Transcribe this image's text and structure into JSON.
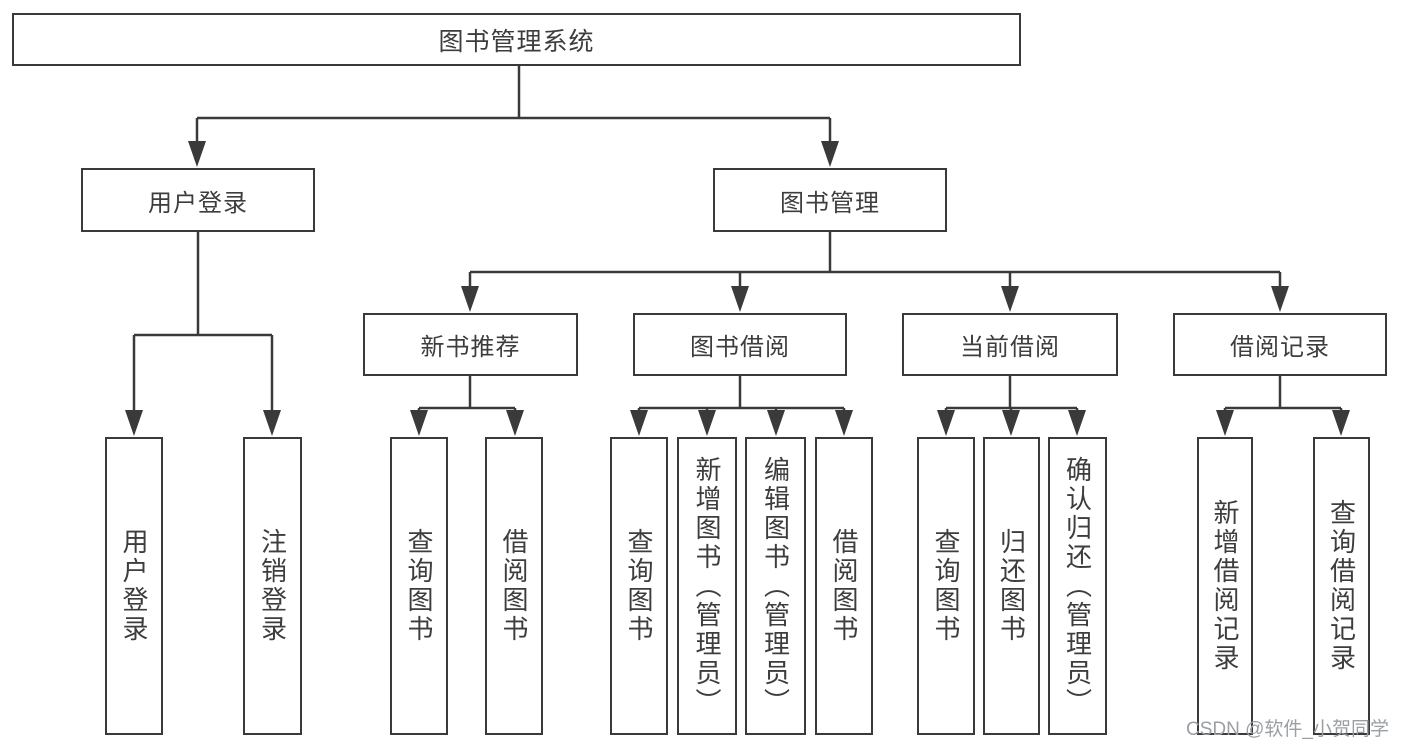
{
  "diagram": {
    "root": "图书管理系统",
    "login": {
      "label": "用户登录",
      "children": [
        "用户登录",
        "注销登录"
      ]
    },
    "management": {
      "label": "图书管理",
      "modules": [
        {
          "label": "新书推荐",
          "children": [
            "查询图书",
            "借阅图书"
          ]
        },
        {
          "label": "图书借阅",
          "children": [
            "查询图书",
            "新增图书（管理员）",
            "编辑图书（管理员）",
            "借阅图书"
          ]
        },
        {
          "label": "当前借阅",
          "children": [
            "查询图书",
            "归还图书",
            "确认归还（管理员）"
          ]
        },
        {
          "label": "借阅记录",
          "children": [
            "新增借阅记录",
            "查询借阅记录"
          ]
        }
      ]
    }
  },
  "watermark": "CSDN @软件_小贺同学",
  "colors": {
    "line": "#3a3a3a",
    "text": "#3d3d3d",
    "watermark": "#9b9ea3",
    "background": "#ffffff"
  }
}
